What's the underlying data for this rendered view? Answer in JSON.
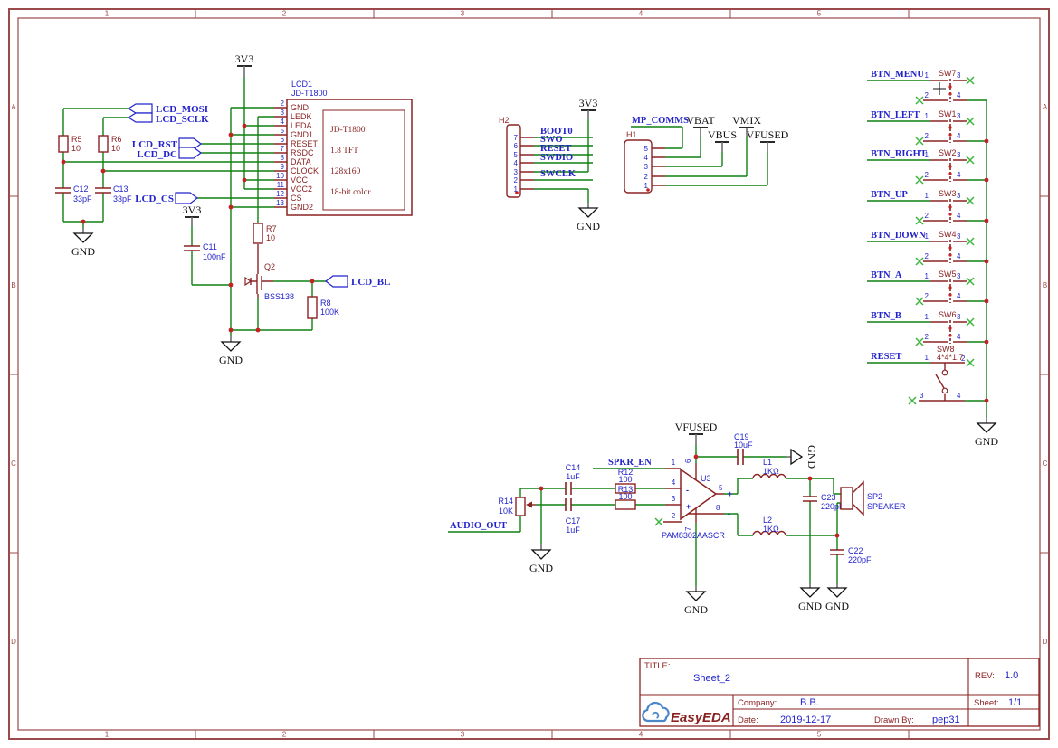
{
  "frame": {
    "cols": [
      "1",
      "2",
      "3",
      "4",
      "5"
    ],
    "rows": [
      "A",
      "B",
      "C",
      "D"
    ]
  },
  "power": {
    "v3": "3V3",
    "gnd": "GND",
    "vbat": "VBAT",
    "vbus": "VBUS",
    "vmix": "VMIX",
    "vfused": "VFUSED"
  },
  "nums": {
    "n1": "1",
    "n2": "2",
    "n3": "3",
    "n4": "4",
    "n5": "5",
    "n6": "6",
    "n7": "7",
    "n8": "8"
  },
  "lcd": {
    "flags": {
      "mosi": "LCD_MOSI",
      "sclk": "LCD_SCLK",
      "rst": "LCD_RST",
      "dc": "LCD_DC",
      "cs": "LCD_CS",
      "bl": "LCD_BL"
    },
    "r5": {
      "ref": "R5",
      "val": "10"
    },
    "r6": {
      "ref": "R6",
      "val": "10"
    },
    "r7": {
      "ref": "R7",
      "val": "10"
    },
    "r8": {
      "ref": "R8",
      "val": "100K"
    },
    "c11": {
      "ref": "C11",
      "val": "100nF"
    },
    "c12": {
      "ref": "C12",
      "val": "33pF"
    },
    "c13": {
      "ref": "C13",
      "val": "33pF"
    },
    "q2": {
      "ref": "Q2",
      "val": "BSS138"
    },
    "u": {
      "ref": "LCD1",
      "val": "JD-T1800",
      "desc": [
        "JD-T1800",
        "1.8 TFT",
        "128x160",
        "18-bit color"
      ],
      "pins": [
        {
          "n": "2",
          "name": "GND"
        },
        {
          "n": "3",
          "name": "LEDK"
        },
        {
          "n": "4",
          "name": "LEDA"
        },
        {
          "n": "5",
          "name": "GND1"
        },
        {
          "n": "6",
          "name": "RESET"
        },
        {
          "n": "7",
          "name": "RSDC"
        },
        {
          "n": "8",
          "name": "DATA"
        },
        {
          "n": "9",
          "name": "CLOCK"
        },
        {
          "n": "10",
          "name": "VCC"
        },
        {
          "n": "11",
          "name": "VCC2"
        },
        {
          "n": "12",
          "name": "CS"
        },
        {
          "n": "13",
          "name": "GND2"
        }
      ]
    }
  },
  "h2": {
    "ref": "H2",
    "pins": [
      "7",
      "6",
      "5",
      "4",
      "3",
      "2",
      "1"
    ],
    "nets": {
      "boot0": "BOOT0",
      "swo": "SWO",
      "reset": "RESET",
      "swdio": "SWDIO",
      "swclk": "SWCLK"
    }
  },
  "h1": {
    "ref": "H1",
    "pins": [
      "5",
      "4",
      "3",
      "2",
      "1"
    ],
    "net_mp": "MP_COMMS"
  },
  "buttons": {
    "items": [
      {
        "net": "BTN_MENU",
        "ref": "SW7"
      },
      {
        "net": "BTN_LEFT",
        "ref": "SW1"
      },
      {
        "net": "BTN_RIGHT",
        "ref": "SW2"
      },
      {
        "net": "BTN_UP",
        "ref": "SW3"
      },
      {
        "net": "BTN_DOWN",
        "ref": "SW4"
      },
      {
        "net": "BTN_A",
        "ref": "SW5"
      },
      {
        "net": "BTN_B",
        "ref": "SW6"
      }
    ],
    "reset": {
      "net": "RESET",
      "ref": "SW8",
      "val": "4*4*1.7"
    }
  },
  "audio": {
    "net_out": "AUDIO_OUT",
    "net_en": "SPKR_EN",
    "r14": {
      "ref": "R14",
      "val": "10K"
    },
    "c14": {
      "ref": "C14",
      "val": "1uF"
    },
    "c17": {
      "ref": "C17",
      "val": "1uF"
    },
    "r12": {
      "ref": "R12",
      "val": "100"
    },
    "r13": {
      "ref": "R13",
      "val": "100"
    },
    "u3": {
      "ref": "U3",
      "val": "PAM8302AASCR",
      "plus": "+",
      "minus": "-"
    },
    "c19": {
      "ref": "C19",
      "val": "10uF"
    },
    "l1": {
      "ref": "L1",
      "val": "1KΩ"
    },
    "l2": {
      "ref": "L2",
      "val": "1KΩ"
    },
    "c23": {
      "ref": "C23",
      "val": "220pF"
    },
    "c22": {
      "ref": "C22",
      "val": "220pF"
    },
    "sp2": {
      "ref": "SP2",
      "val": "SPEAKER"
    }
  },
  "title_block": {
    "title_label": "TITLE:",
    "title": "Sheet_2",
    "rev_label": "REV:",
    "rev": "1.0",
    "company_label": "Company:",
    "company": "B.B.",
    "sheet_label": "Sheet:",
    "sheet": "1/1",
    "date_label": "Date:",
    "date": "2019-12-17",
    "drawn_label": "Drawn By:",
    "drawn": "pep31",
    "logo": "EasyEDA"
  },
  "colors": {
    "wire": "#0f8012",
    "part": "#8b2222",
    "net_blue": "#2323cc",
    "frame": "#9a4a4a",
    "junction": "#c42222",
    "logo": "#4a86c8"
  }
}
